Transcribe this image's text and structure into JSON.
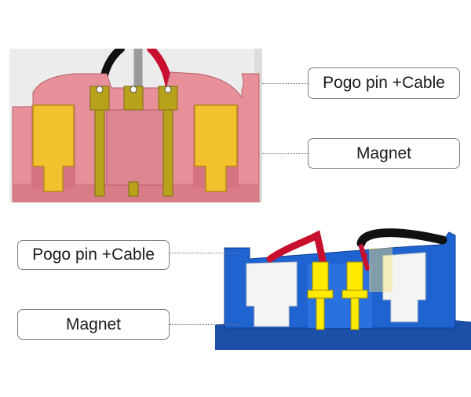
{
  "top_view": {
    "labels": {
      "pogo": "Pogo pin +Cable",
      "magnet": "Magnet"
    }
  },
  "bottom_view": {
    "labels": {
      "pogo": "Pogo pin +Cable",
      "magnet": "Magnet"
    }
  },
  "colors": {
    "top_housing": "#e8909a",
    "top_background": "#ececec",
    "magnet_top": "#f2c12e",
    "pin_top": "#b8a21c",
    "bottom_housing": "#1f63d1",
    "magnet_bottom": "#f4f4f4",
    "pin_bottom": "#ffea00",
    "cable_red": "#c8102e",
    "cable_black": "#111111",
    "cable_gray": "#9a9a9a"
  }
}
